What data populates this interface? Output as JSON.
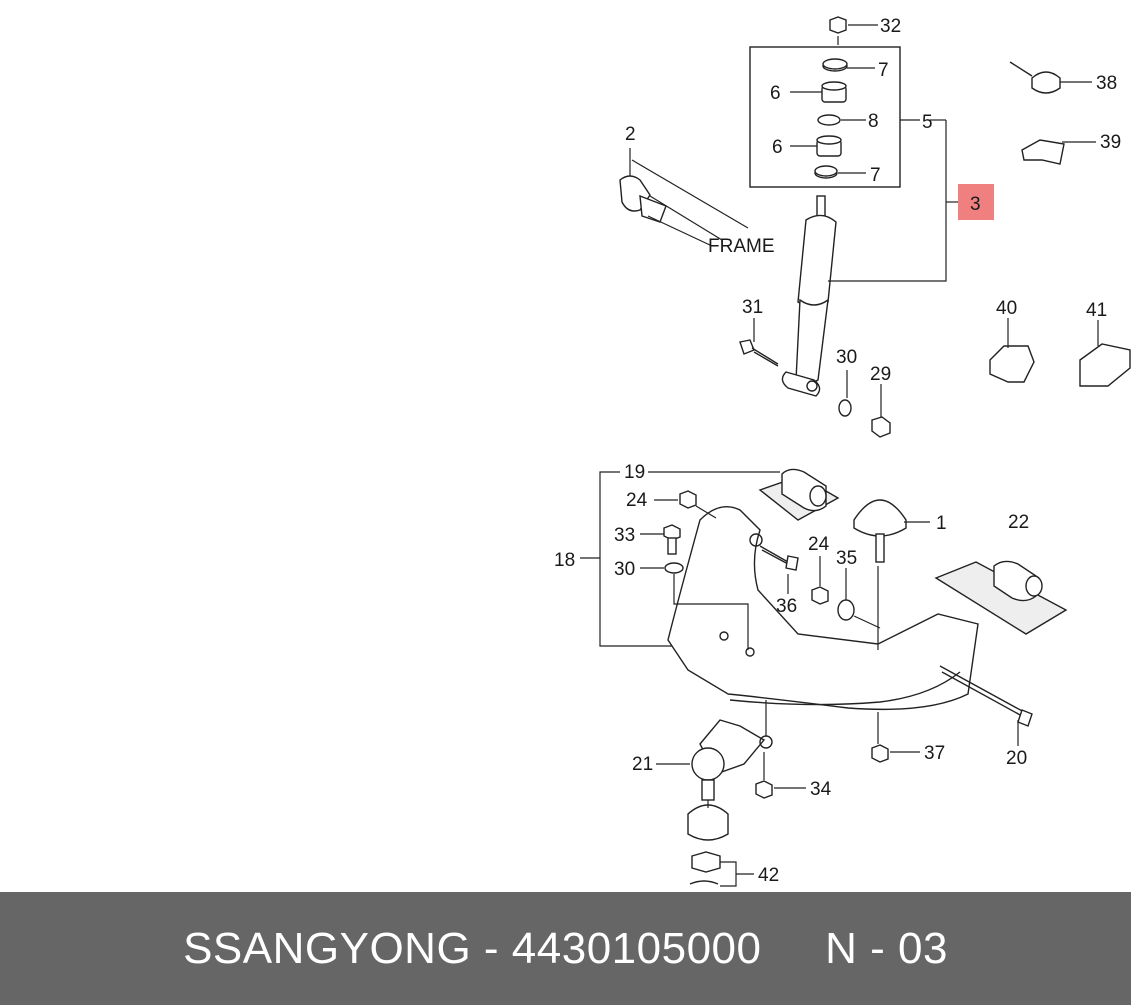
{
  "diagram": {
    "frame_label": "FRAME",
    "callouts": [
      "32",
      "7",
      "6",
      "8",
      "6",
      "7",
      "5",
      "2",
      "3",
      "38",
      "39",
      "31",
      "30",
      "29",
      "40",
      "41",
      "19",
      "24",
      "1",
      "22",
      "33",
      "30",
      "18",
      "24",
      "35",
      "36",
      "20",
      "37",
      "21",
      "34",
      "42"
    ],
    "highlighted_callout": "3",
    "highlight_color": "#f08080"
  },
  "footer": {
    "text": "SSANGYONG - 4430105000     N - 03",
    "background": "#666666",
    "text_color": "#ffffff"
  }
}
